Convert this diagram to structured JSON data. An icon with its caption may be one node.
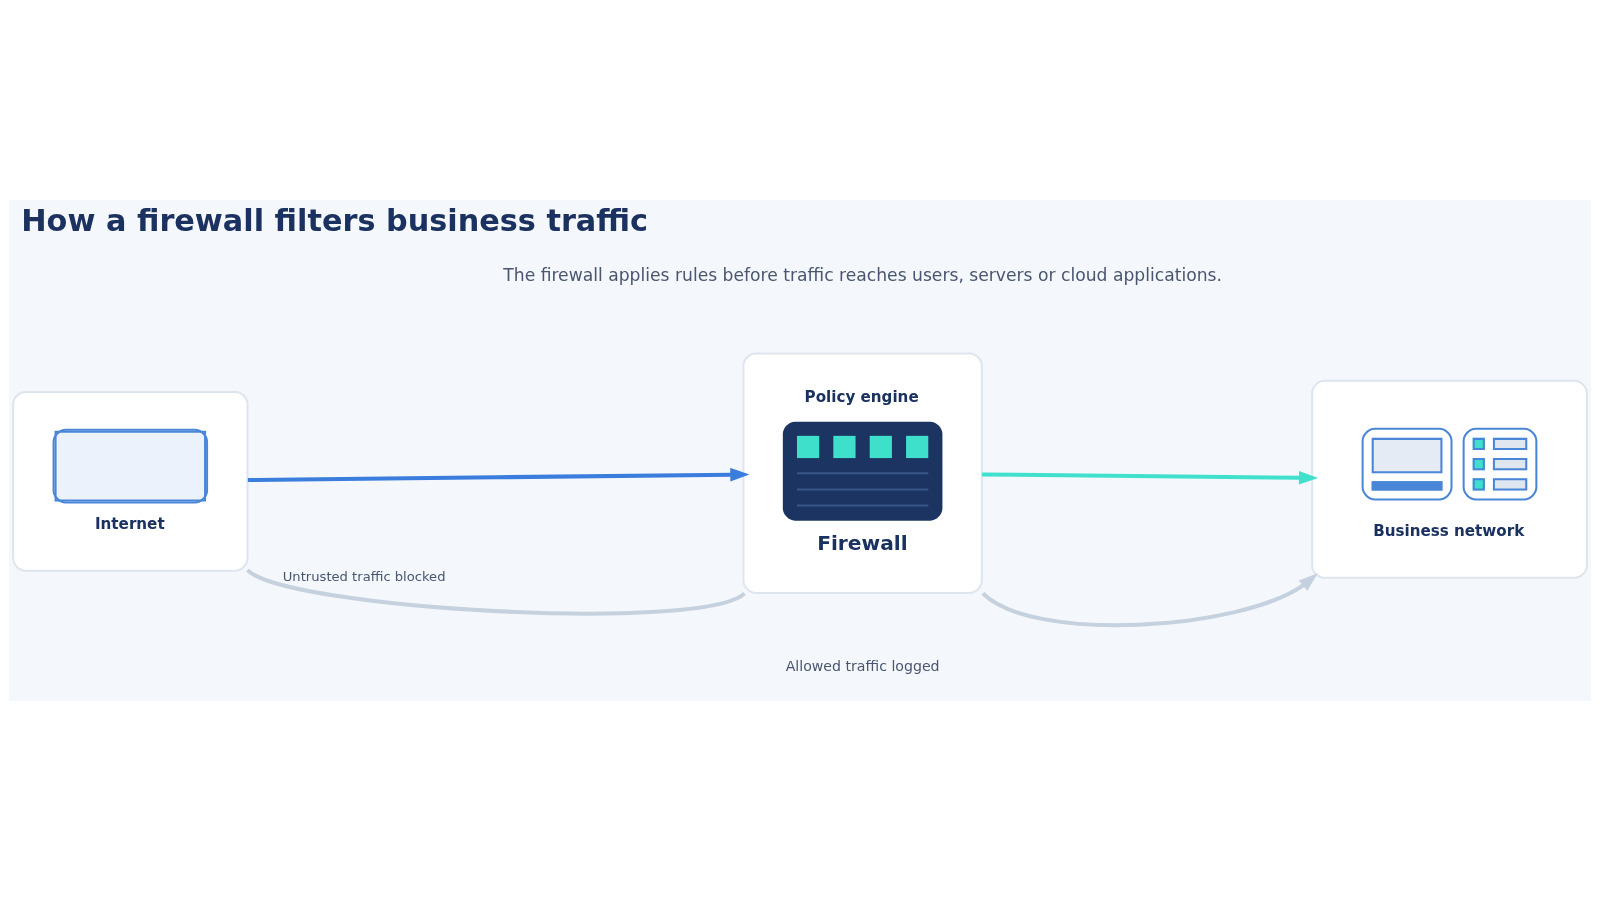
{
  "diagram": {
    "title": "How a firewall filters business traffic",
    "nodes": [
      {
        "text": [
          "Internet"
        ]
      },
      {
        "text": [
          "Policy engine",
          "Firewall"
        ]
      },
      {
        "text": [
          "Business network"
        ]
      }
    ],
    "edges": [
      {
        "from": 0,
        "to": 1,
        "arrow": "to",
        "color": "#3b7ddd"
      },
      {
        "from": 1,
        "to": 2,
        "arrow": "to",
        "color": "#40e0cc"
      },
      {
        "from": 0,
        "to": 1,
        "arrow": "none",
        "label": "Untrusted traffic blocked",
        "color": "#c5d1de"
      },
      {
        "from": 1,
        "to": 2,
        "arrow": "to",
        "color": "#c5d1de"
      }
    ],
    "labels": [
      "The firewall applies rules before traffic reaches users, servers or cloud applications.",
      "Allowed traffic logged"
    ]
  }
}
